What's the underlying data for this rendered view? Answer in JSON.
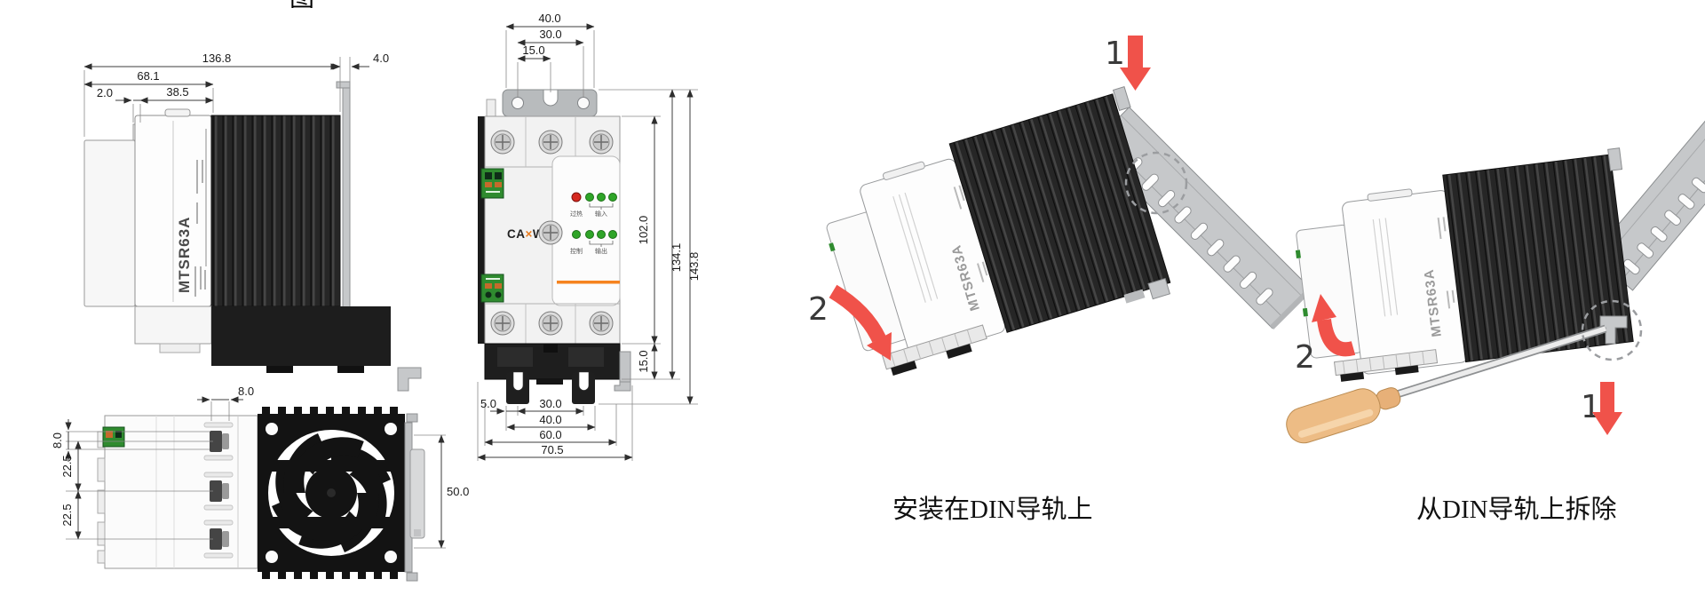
{
  "figure": {
    "partial_title": "图"
  },
  "device": {
    "model": "MTSR63A",
    "brand_prefix": "CA",
    "brand_x": "×",
    "brand_w": "W"
  },
  "views": {
    "side": {
      "dims": {
        "total_width": "136.8",
        "bracket_offset": "4.0",
        "body_width": "68.1",
        "front_step": "2.0",
        "label_width": "38.5"
      }
    },
    "front": {
      "dims": {
        "bracket_width": "40.0",
        "hole_spacing": "30.0",
        "hole_to_slot": "15.0",
        "panel_height": "102.0",
        "body_height": "134.1",
        "total_height": "143.8",
        "base_height": "15.0",
        "foot_offset": "5.0",
        "foot_spacing": "30.0",
        "slot_span": "40.0",
        "body_span": "60.0",
        "total_width": "70.5"
      },
      "leds": {
        "overheat": "过热",
        "input": "输入",
        "control": "控制",
        "output": "输出"
      }
    },
    "bottom": {
      "dims": {
        "terminal_width": "8.0",
        "terminal_height": "8.0",
        "pitch_1": "22.5",
        "pitch_2": "22.5",
        "clip_height": "50.0"
      }
    }
  },
  "illustrations": {
    "install": {
      "caption": "安装在DIN导轨上",
      "step_press": "1",
      "step_rotate": "2"
    },
    "remove": {
      "caption": "从DIN导轨上拆除",
      "step_rotate": "2",
      "step_pull": "1"
    }
  },
  "colors": {
    "arrow_red": "#f0524a",
    "accent_orange": "#f5831f",
    "terminal_green": "#2f8b2f",
    "heatsink_black": "#141414",
    "rail_gray": "#c6c8ca"
  }
}
